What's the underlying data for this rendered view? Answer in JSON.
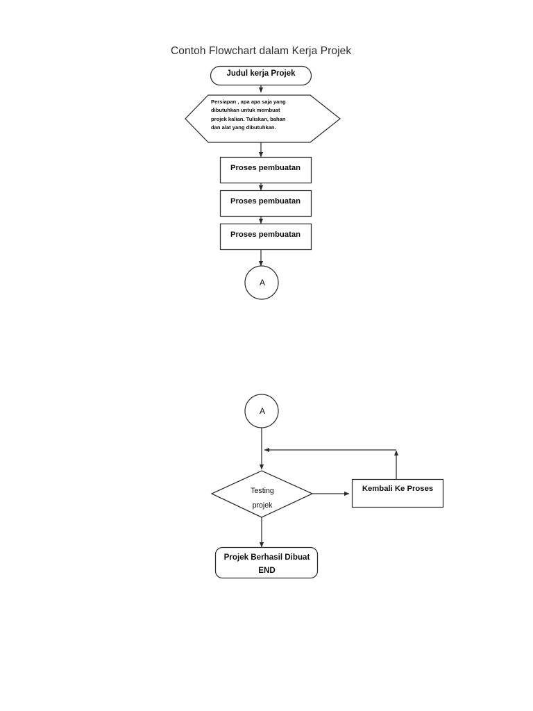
{
  "document": {
    "title": "Contoh Flowchart dalam Kerja Projek",
    "background_color": "#ffffff",
    "stroke_color": "#2b2b2b",
    "text_color": "#0d0d0d"
  },
  "chart_data": {
    "type": "flowchart",
    "title": "Contoh Flowchart dalam Kerja Projek",
    "nodes": [
      {
        "id": "start",
        "shape": "terminator",
        "label": "Judul kerja Projek"
      },
      {
        "id": "prep",
        "shape": "hexagon",
        "label": "Persiapan , apa apa saja yang dibutuhkan untuk membuat projek kalian. Tuliskan, bahan dan alat yang dibutuhkan."
      },
      {
        "id": "proses1",
        "shape": "process",
        "label": "Proses pembuatan"
      },
      {
        "id": "proses2",
        "shape": "process",
        "label": "Proses pembuatan"
      },
      {
        "id": "proses3",
        "shape": "process",
        "label": "Proses pembuatan"
      },
      {
        "id": "connector-a-out",
        "shape": "circle",
        "label": "A"
      },
      {
        "id": "connector-a-in",
        "shape": "circle",
        "label": "A"
      },
      {
        "id": "testing",
        "shape": "decision",
        "label": "Testing projek"
      },
      {
        "id": "kembali",
        "shape": "process",
        "label": "Kembali Ke Proses"
      },
      {
        "id": "end",
        "shape": "terminator",
        "label": "Projek Berhasil Dibuat END"
      }
    ],
    "edges": [
      {
        "from": "start",
        "to": "prep"
      },
      {
        "from": "prep",
        "to": "proses1"
      },
      {
        "from": "proses1",
        "to": "proses2"
      },
      {
        "from": "proses2",
        "to": "proses3"
      },
      {
        "from": "proses3",
        "to": "connector-a-out"
      },
      {
        "from": "connector-a-in",
        "to": "testing"
      },
      {
        "from": "testing",
        "to": "kembali"
      },
      {
        "from": "kembali",
        "to": "testing",
        "style": "feedback-loop"
      },
      {
        "from": "testing",
        "to": "end"
      }
    ]
  },
  "nodes": {
    "start": {
      "label": "Judul kerja Projek"
    },
    "prep": {
      "line1": "Persiapan , apa apa saja yang",
      "line2": "dibutuhkan untuk membuat",
      "line3": "projek kalian. Tuliskan, bahan",
      "line4": "dan alat yang dibutuhkan."
    },
    "proses1": {
      "label": "Proses pembuatan"
    },
    "proses2": {
      "label": "Proses pembuatan"
    },
    "proses3": {
      "label": "Proses pembuatan"
    },
    "connector_out": {
      "label": "A"
    },
    "connector_in": {
      "label": "A"
    },
    "testing": {
      "line1": "Testing",
      "line2": "projek"
    },
    "kembali": {
      "label": "Kembali Ke Proses"
    },
    "end": {
      "line1": "Projek Berhasil Dibuat",
      "line2": "END"
    }
  }
}
